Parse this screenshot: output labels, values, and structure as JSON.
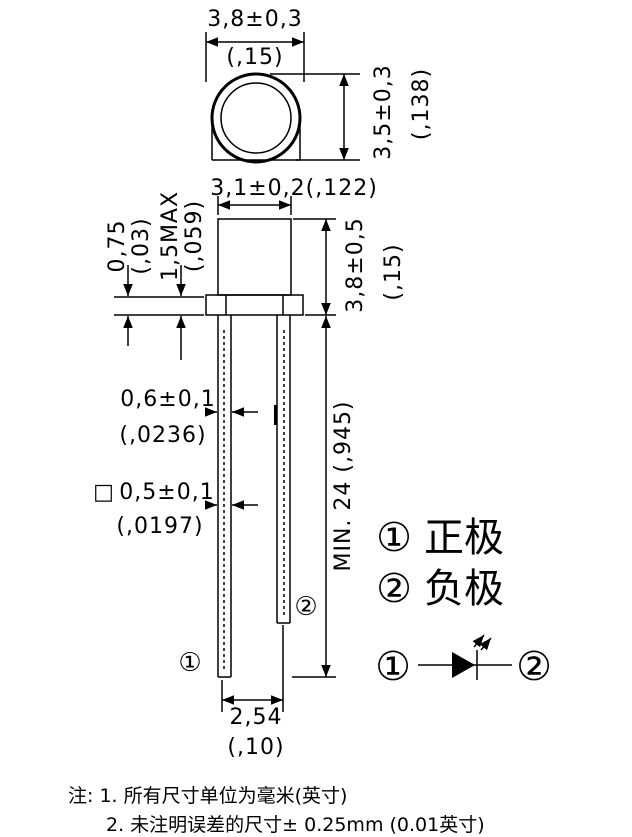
{
  "top_view": {
    "width_mm": "3,8±0,3",
    "width_in": "(,15)",
    "height_mm": "3,5±0,3",
    "height_in": "(,138)"
  },
  "side_view": {
    "body_width": "3,1±0,2(,122)",
    "flange_mm": "0,75",
    "flange_in": "(,03)",
    "max_mm": "1,5MAX",
    "max_in": "(,059)",
    "body_height_mm": "3,8±0,5",
    "body_height_in": "(,15)",
    "lead_width_mm": "0,6±0,1",
    "lead_width_in": "(,0236)",
    "lead_square_mm": "0,5±0,1",
    "lead_square_in": "(,0197)",
    "lead_length": "MIN. 24 (,945)",
    "pitch_mm": "2,54",
    "pitch_in": "(,10)",
    "square_symbol": "□"
  },
  "pins": {
    "pin1_marker": "①",
    "pin2_marker": "②"
  },
  "legend": {
    "pin1_marker": "①",
    "pin1_label": "正极",
    "pin2_marker": "②",
    "pin2_label": "负极"
  },
  "symbol": {
    "anode_marker": "①",
    "cathode_marker": "②",
    "icon": "led-diode-icon"
  },
  "notes": {
    "line1": "注: 1. 所有尺寸单位为毫米(英寸)",
    "line2": "2. 未注明误差的尺寸± 0.25mm (0.01英寸)"
  }
}
